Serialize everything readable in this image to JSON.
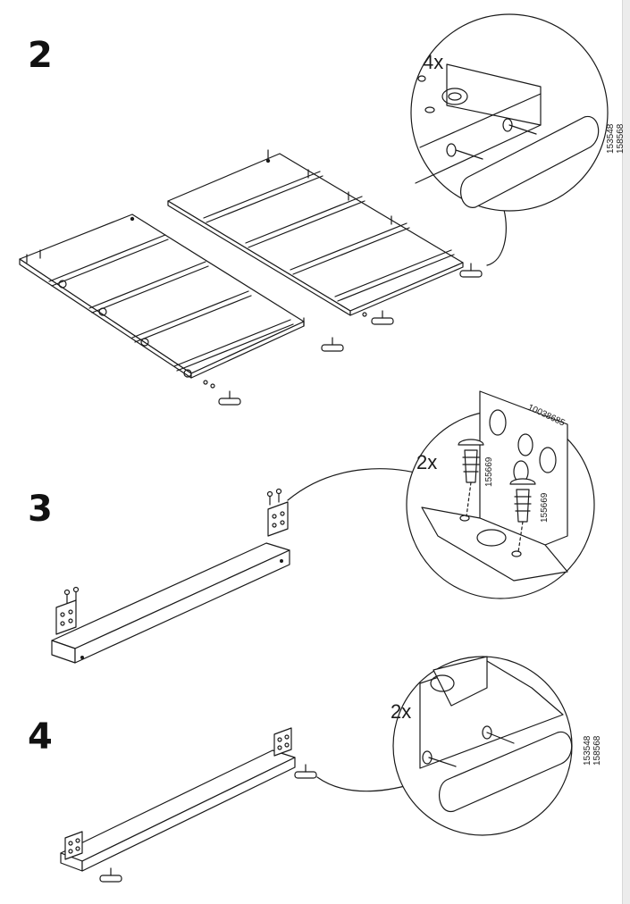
{
  "steps": [
    {
      "number": "2",
      "detail_qty": "4x",
      "part_codes": [
        "153548",
        "158568"
      ]
    },
    {
      "number": "3",
      "detail_qty": "2x",
      "bracket_code": "10038685",
      "screw_codes": [
        "155669",
        "155669"
      ]
    },
    {
      "number": "4",
      "detail_qty": "2x",
      "part_codes": [
        "153548",
        "158568"
      ]
    }
  ]
}
